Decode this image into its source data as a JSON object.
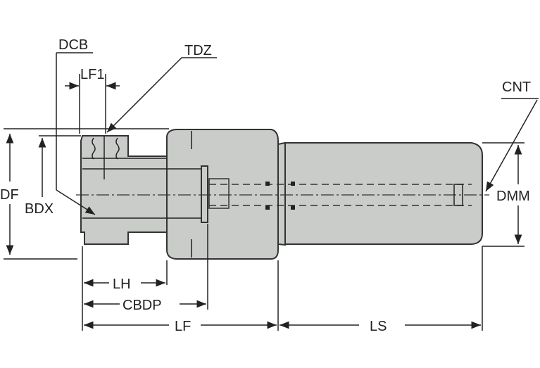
{
  "diagram": {
    "title": "Shank adapter dimension drawing",
    "labels": {
      "dcb": "DCB",
      "tdz": "TDZ",
      "lf1": "LF1",
      "cnt": "CNT",
      "df": "DF",
      "bdx": "BDX",
      "dmm": "DMM",
      "lh": "LH",
      "cbdp": "CBDP",
      "lf": "LF",
      "ls": "LS"
    },
    "colors": {
      "part_fill": "#c9ccc9",
      "line": "#222222"
    }
  }
}
